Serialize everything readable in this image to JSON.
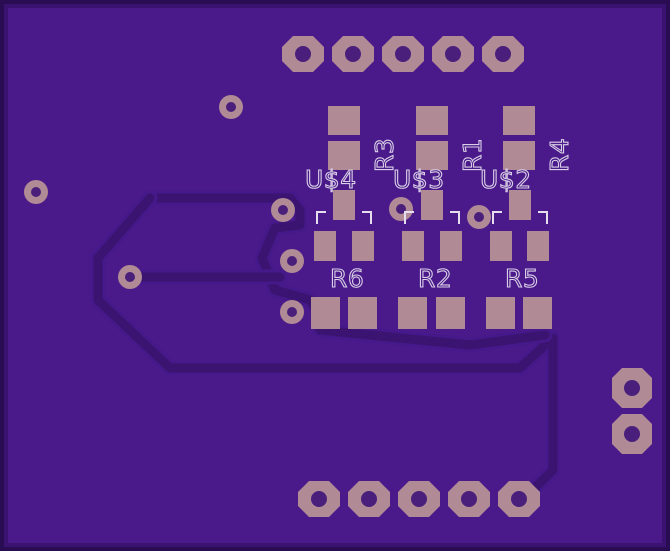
{
  "colors": {
    "background": "#2a0c52",
    "board": "#4a1a8a",
    "board_edge": "#3a1370",
    "copper_pad": "#b08a94",
    "silkscreen": "#e6ddef"
  },
  "labels": {
    "r3": "R3",
    "r1": "R1",
    "r4": "R4",
    "u4": "U$4",
    "u3": "U$3",
    "u2": "U$2",
    "r6": "R6",
    "r2": "R2",
    "r5": "R5"
  }
}
